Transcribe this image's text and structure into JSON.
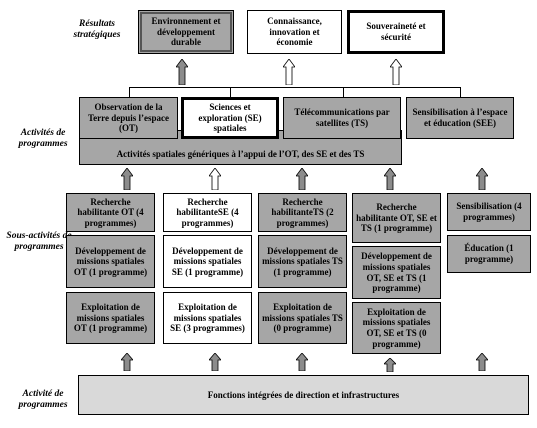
{
  "labels": {
    "results": "Résultats stratégiques",
    "activities": "Activités de programmes",
    "subactivities": "Sous-activités de programmes",
    "activity_bottom": "Activité de programmes"
  },
  "results": [
    "Environnement et développement durable",
    "Connaissance, innovation et économie",
    "Souveraineté et sécurité"
  ],
  "activities": {
    "ot": "Observation de la Terre depuis l’espace (OT)",
    "se": "Sciences et exploration (SE) spatiales",
    "ts": "Télécommunications par satellites (TS)",
    "see": "Sensibilisation à l’espace et éducation (SEE)",
    "generic": "Activités spatiales génériques à l’appui de l’OT, des SE et des TS"
  },
  "subactivities": {
    "ot": [
      "Recherche habilitante OT (4 programmes)",
      "Développement de missions spatiales OT (1 programme)",
      "Exploitation de missions spatiales OT (1 programme)"
    ],
    "se": [
      "Recherche habilitanteSE (4 programmes)",
      "Développement de missions spatiales SE (1 programme)",
      "Exploitation de missions spatiales SE (3 programmes)"
    ],
    "ts": [
      "Recherche habilitanteTS (2 programmes)",
      "Développement de missions spatiales TS (1 programme)",
      "Exploitation de missions spatiales TS (0 programme)"
    ],
    "multi": [
      "Recherche habilitante OT, SE et TS (1 programme)",
      "Développement de missions spatiales OT, SE et TS (1 programme)",
      "Exploitation de missions spatiales OT, SE et TS (0 programme)"
    ],
    "see": [
      "Sensibilisation (4 programmes)",
      "Éducation (1 programme)"
    ]
  },
  "foundation": "Fonctions intégrées de direction et infrastructures"
}
